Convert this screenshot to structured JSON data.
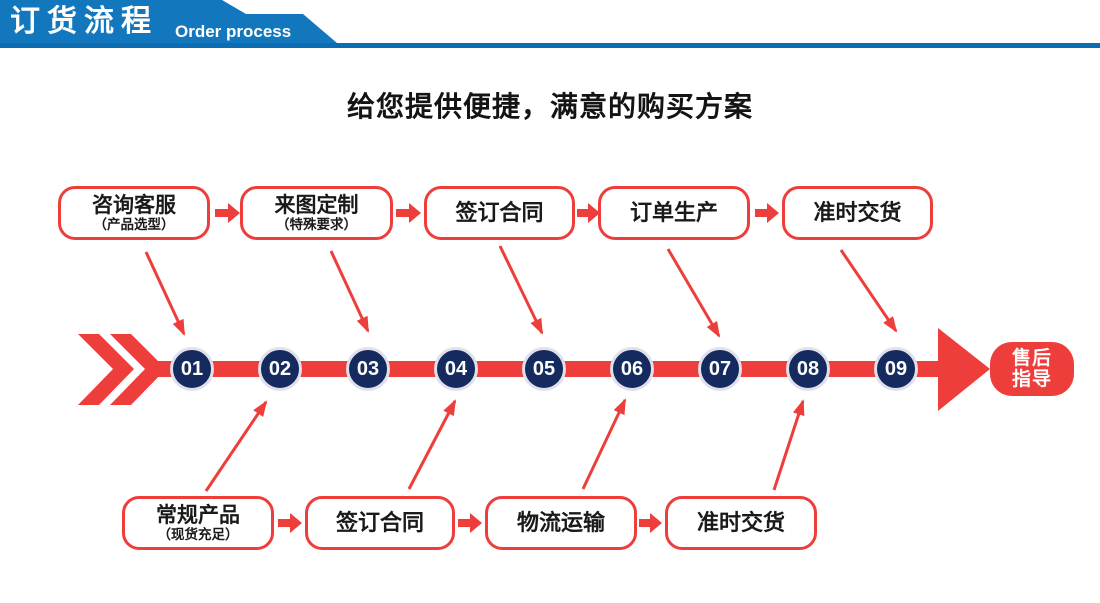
{
  "header": {
    "title_cn": "订货流程",
    "title_en": "Order process"
  },
  "headline": "给您提供便捷，满意的购买方案",
  "top_flow": [
    {
      "title": "咨询客服",
      "subtitle": "（产品选型）"
    },
    {
      "title": "来图定制",
      "subtitle": "（特殊要求）"
    },
    {
      "title": "签订合同"
    },
    {
      "title": "订单生产"
    },
    {
      "title": "准时交货"
    }
  ],
  "bottom_flow": [
    {
      "title": "常规产品",
      "subtitle": "（现货充足）"
    },
    {
      "title": "签订合同"
    },
    {
      "title": "物流运输"
    },
    {
      "title": "准时交货"
    }
  ],
  "timeline": {
    "steps": [
      "01",
      "02",
      "03",
      "04",
      "05",
      "06",
      "07",
      "08",
      "09"
    ],
    "end_badge": {
      "line1": "售后",
      "line2": "指导"
    }
  },
  "colors": {
    "red": "#ee3e3c",
    "navy": "#152a5e",
    "banner_blue": "#1277bc",
    "strip_blue": "#0c6cb2"
  }
}
